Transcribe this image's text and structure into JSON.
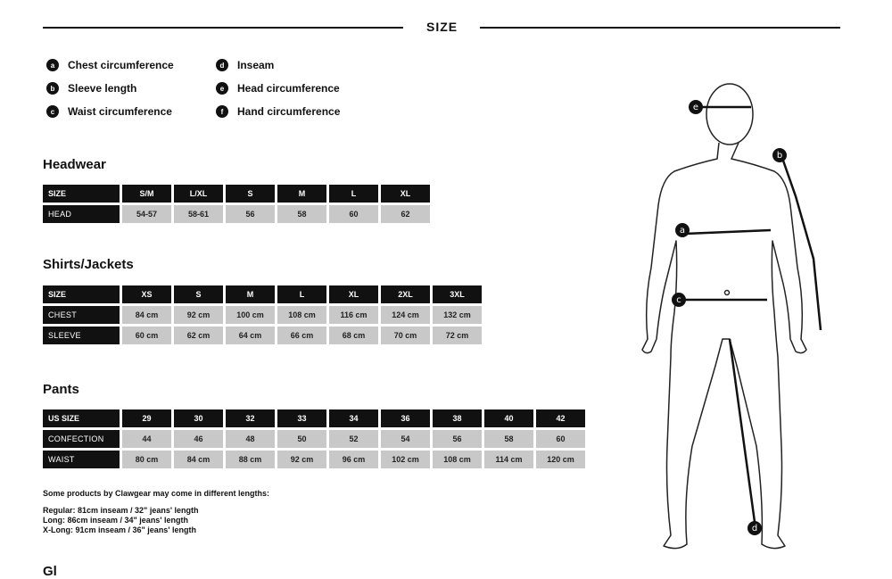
{
  "header": {
    "title": "SIZE"
  },
  "legend": [
    {
      "badge": "a",
      "label": "Chest circumference"
    },
    {
      "badge": "b",
      "label": "Sleeve length"
    },
    {
      "badge": "c",
      "label": "Waist circumference"
    },
    {
      "badge": "d",
      "label": "Inseam"
    },
    {
      "badge": "e",
      "label": "Head circumference"
    },
    {
      "badge": "f",
      "label": "Hand circumference"
    }
  ],
  "headwear": {
    "title": "Headwear",
    "header_label": "SIZE",
    "sizes": [
      "S/M",
      "L/XL",
      "S",
      "M",
      "L",
      "XL"
    ],
    "rows": [
      {
        "label": "HEAD",
        "values": [
          "54-57",
          "58-61",
          "56",
          "58",
          "60",
          "62"
        ]
      }
    ]
  },
  "shirts": {
    "title": "Shirts/Jackets",
    "header_label": "SIZE",
    "sizes": [
      "XS",
      "S",
      "M",
      "L",
      "XL",
      "2XL",
      "3XL"
    ],
    "rows": [
      {
        "label": "CHEST",
        "values": [
          "84 cm",
          "92 cm",
          "100 cm",
          "108 cm",
          "116 cm",
          "124 cm",
          "132 cm"
        ]
      },
      {
        "label": "SLEEVE",
        "values": [
          "60 cm",
          "62 cm",
          "64 cm",
          "66 cm",
          "68 cm",
          "70 cm",
          "72 cm"
        ]
      }
    ]
  },
  "pants": {
    "title": "Pants",
    "header_label": "US SIZE",
    "sizes": [
      "29",
      "30",
      "32",
      "33",
      "34",
      "36",
      "38",
      "40",
      "42"
    ],
    "rows": [
      {
        "label": "CONFECTION",
        "values": [
          "44",
          "46",
          "48",
          "50",
          "52",
          "54",
          "56",
          "58",
          "60"
        ]
      },
      {
        "label": "WAIST",
        "values": [
          "80 cm",
          "84 cm",
          "88 cm",
          "92 cm",
          "96 cm",
          "102 cm",
          "108 cm",
          "114 cm",
          "120 cm"
        ]
      }
    ]
  },
  "lengths_note": {
    "heading": "Some products by Clawgear may come in different lengths:",
    "lines": [
      "Regular: 81cm inseam / 32\" jeans' length",
      "Long: 86cm inseam / 34\" jeans' length",
      "X-Long: 91cm inseam / 36\" jeans' length"
    ]
  },
  "next_section_partial": "Gl",
  "figure_markers": [
    "e",
    "b",
    "a",
    "c",
    "d"
  ]
}
